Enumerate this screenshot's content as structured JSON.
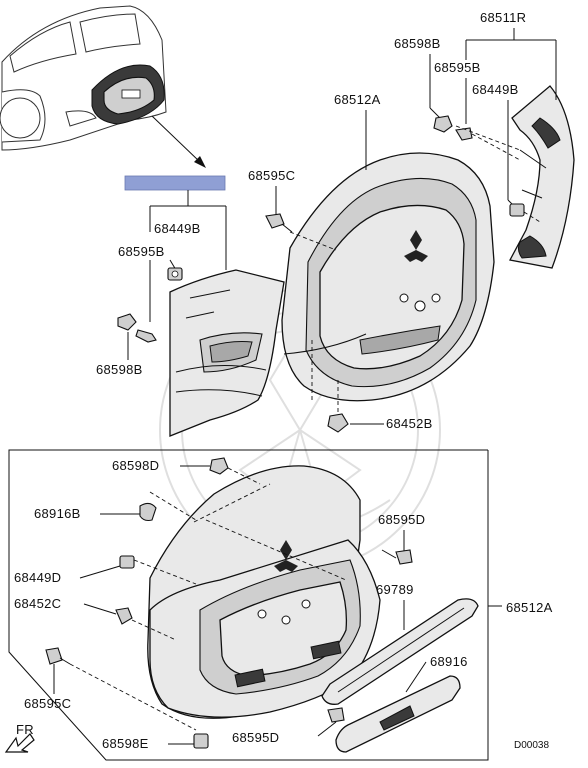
{
  "labels": {
    "p68511R": "68511R",
    "p68598B_top": "68598B",
    "p68595B_top": "68595B",
    "p68449B_top": "68449B",
    "p68512A_top": "68512A",
    "p68595C_top": "68595C",
    "p68449B_left": "68449B",
    "p68595B_left": "68595B",
    "p68598B_left": "68598B",
    "p68452B": "68452B",
    "p68598D": "68598D",
    "p68916B": "68916B",
    "p68595D_right": "68595D",
    "p68449D": "68449D",
    "p69789": "69789",
    "p68452C": "68452C",
    "p68512A_right": "68512A",
    "p68916": "68916",
    "p68595C_bottom": "68595C",
    "p68598E": "68598E",
    "p68595D_bottom": "68595D",
    "fr": "FR",
    "code": "D00038"
  },
  "colors": {
    "highlight": "#8f9fd4",
    "ink": "#111111",
    "panel": "#e9e9e9"
  },
  "icons": {
    "fr": "front-direction-arrow-icon",
    "watermark": "mitsubishi-crest-watermark"
  }
}
